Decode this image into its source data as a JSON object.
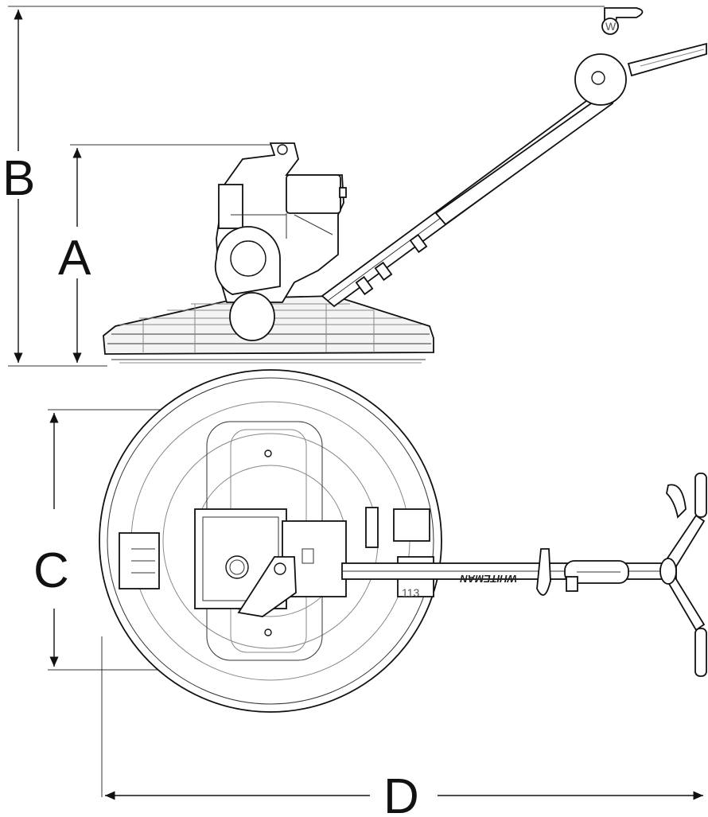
{
  "dimensions": {
    "A": "A",
    "B": "B",
    "C": "C",
    "D": "D"
  },
  "labels": {
    "brand": "WHITEMAN",
    "handle_logo": "W",
    "part_number": "113"
  }
}
